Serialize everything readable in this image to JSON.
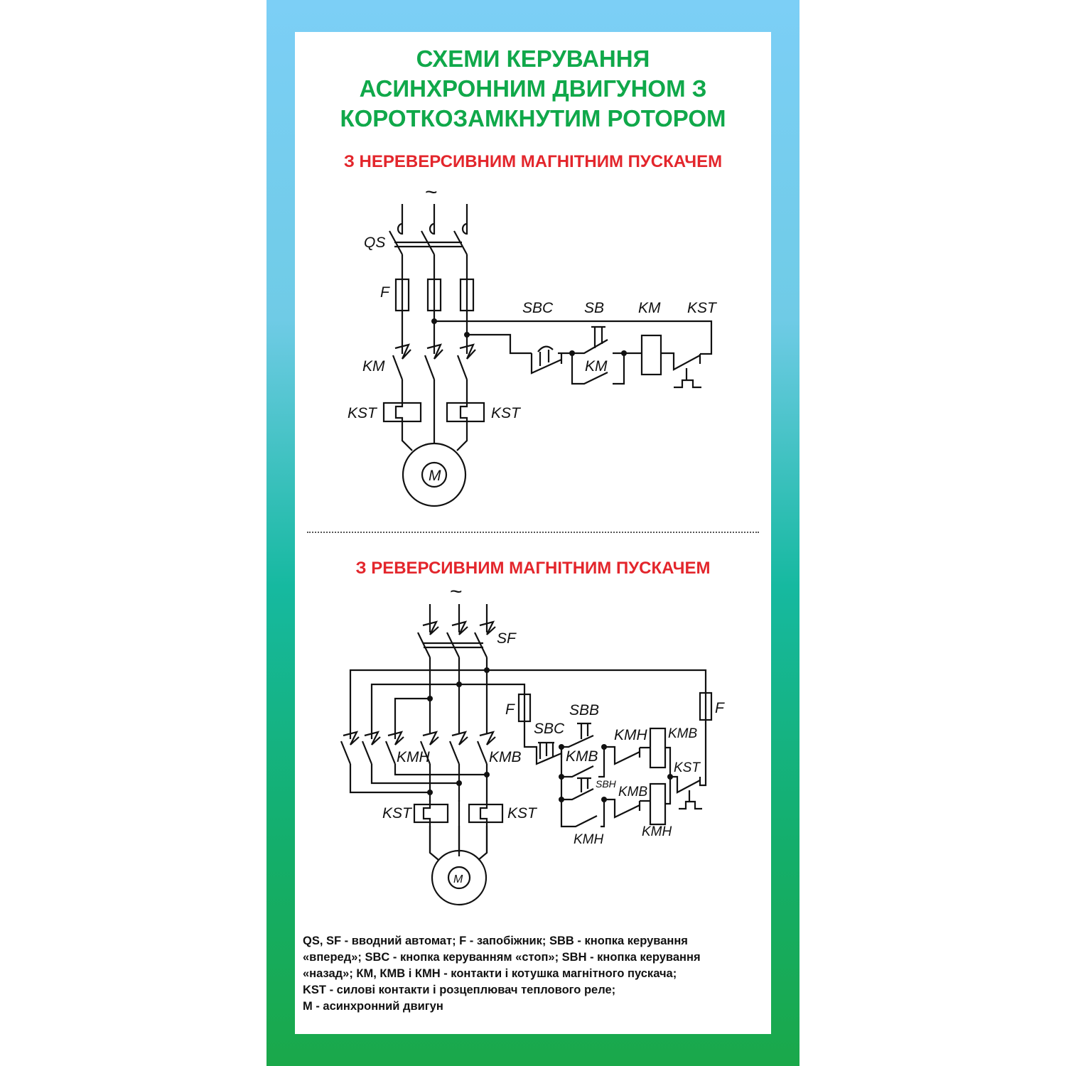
{
  "title": {
    "lines": [
      "СХЕМИ КЕРУВАННЯ",
      "АСИНХРОННИМ ДВИГУНОМ З",
      "КОРОТКОЗАМКНУТИМ РОТОРОМ"
    ]
  },
  "section1": {
    "heading": "З НЕРЕВЕРСИВНИМ МАГНІТНИМ ПУСКАЧЕМ",
    "labels": {
      "tilde": "~",
      "qs": "QS",
      "f": "F",
      "km": "KM",
      "kst_left": "KST",
      "kst_right": "KST",
      "motor": "M",
      "sbc": "SBC",
      "sb": "SB",
      "km_coil": "KM",
      "kst_ctrl": "KST",
      "km_hold": "KM"
    }
  },
  "section2": {
    "heading": "З РЕВЕРСИВНИМ МАГНІТНИМ ПУСКАЧЕМ",
    "labels": {
      "tilde": "~",
      "sf": "SF",
      "f_left": "F",
      "f_right": "F",
      "kmh_power": "KMH",
      "kmb_power": "KMB",
      "kst_left": "KST",
      "kst_right": "KST",
      "motor": "M",
      "sbc": "SBC",
      "sbb": "SBB",
      "kmb_hold": "KMB",
      "kmh_interlock": "KMH",
      "kmb_coil": "KMB",
      "kst_ctrl": "KST",
      "sbh": "SBH",
      "kmb_interlock": "KMB",
      "kmh_coil": "KMH",
      "kmh_hold": "KMH"
    }
  },
  "legend": {
    "lines": [
      "QS, SF - вводний автомат; F - запобіжник; SBB - кнопка керування",
      "«вперед»; SBC - кнопка керуванням «стоп»; SBH - кнопка керування",
      "«назад»; КМ, КМВ і КМН - контакти і котушка магнітного пускача;",
      "KST - силові контакти і розцеплювач теплового реле;",
      "М -  асинхронний двигун"
    ]
  },
  "colors": {
    "title": "#10a84a",
    "heading": "#e3262c",
    "gradient_top": "#7ccff6",
    "gradient_bottom": "#1aa84a"
  }
}
